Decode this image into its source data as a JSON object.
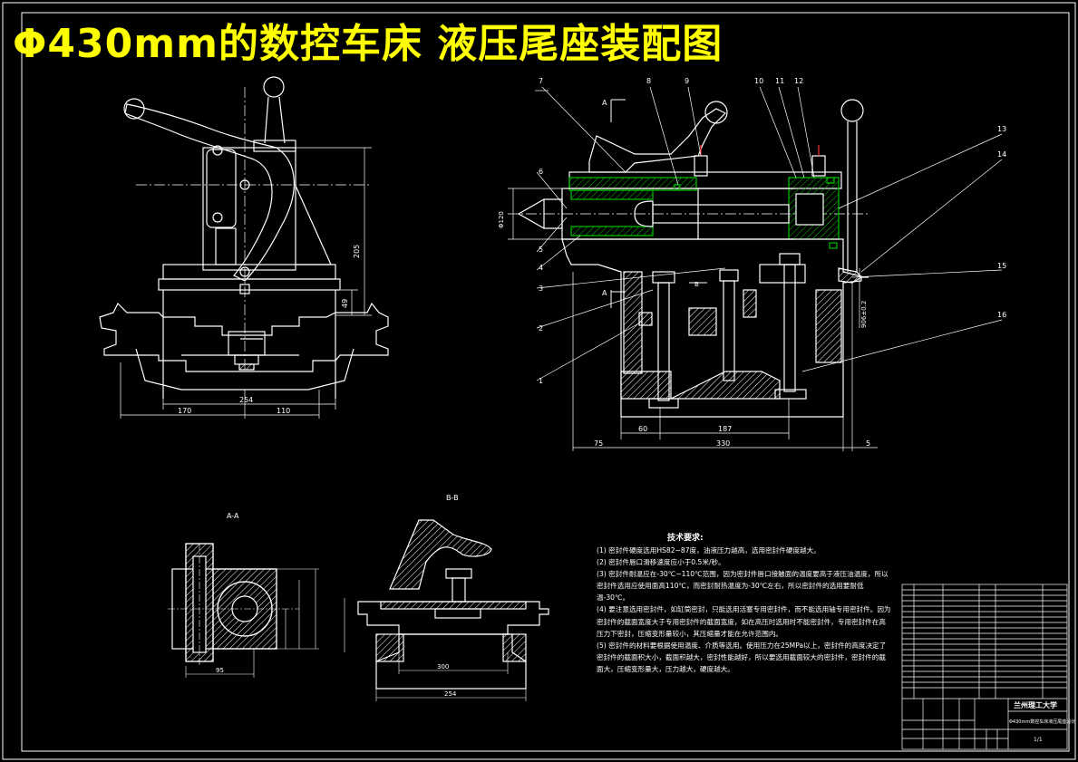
{
  "drawing": {
    "title": "Φ430mm的数控车床 液压尾座装配图",
    "section_labels": {
      "aa": "A-A",
      "bb": "B-B",
      "a_mark_1": "A",
      "a_mark_2": "A",
      "b_mark": "B"
    },
    "part_numbers": [
      "1",
      "2",
      "3",
      "4",
      "5",
      "6",
      "7",
      "8",
      "9",
      "10",
      "11",
      "12",
      "13",
      "14",
      "15",
      "16"
    ],
    "dimensions": {
      "front_205": "205",
      "front_49": "49",
      "front_254": "254",
      "front_170": "170",
      "front_110": "110",
      "main_phi120": "Φ120",
      "main_60": "60",
      "main_187": "187",
      "main_75": "75",
      "main_330": "330",
      "main_5": "5",
      "main_height": "906±0.2",
      "aa_bottom": "95",
      "bb_300": "300",
      "bb_254": "254"
    },
    "technical_requirements": {
      "heading": "技术要求:",
      "items": [
        "(1) 密封件硬度选用HS82~87度，油液压力越高，选用密封件硬度越大。",
        "(2) 密封件唇口滑移速度应小于0.5米/秒。",
        "(3) 密封件耐温应在-30℃~110℃范围，因为密封件唇口接触面的温度要高于液压油温度，所以密封件选用应使用面高110℃，而密封耐热温度为-30℃左右，所以密封件的选用要耐低温-30℃。",
        "(4) 要注意选用密封件，如缸筒密封，只能选用活塞专用密封件，而不能选用轴专用密封件。因为密封件的截面宽度大于专用密封件的截面宽度，如在高压时选用时不能密封件，专用密封件在高压力下密封，压缩变形量较小，其压缩量才能在允许范围内。",
        "(5) 密封件的材料要根据使用温度、介质等选用。使用压力在25MPa以上，密封件的高度决定了密封件的截面积大小，截面积越大，密封性能越好，所以要选用截面较大的密封件，密封件的截面大，压缩变形量大，压力越大，硬度越大。"
      ]
    },
    "title_block": {
      "university": "兰州理工大学",
      "drawing_name": "Φ430mm数控车床液压尾座设计",
      "sheet": "1/1"
    }
  }
}
